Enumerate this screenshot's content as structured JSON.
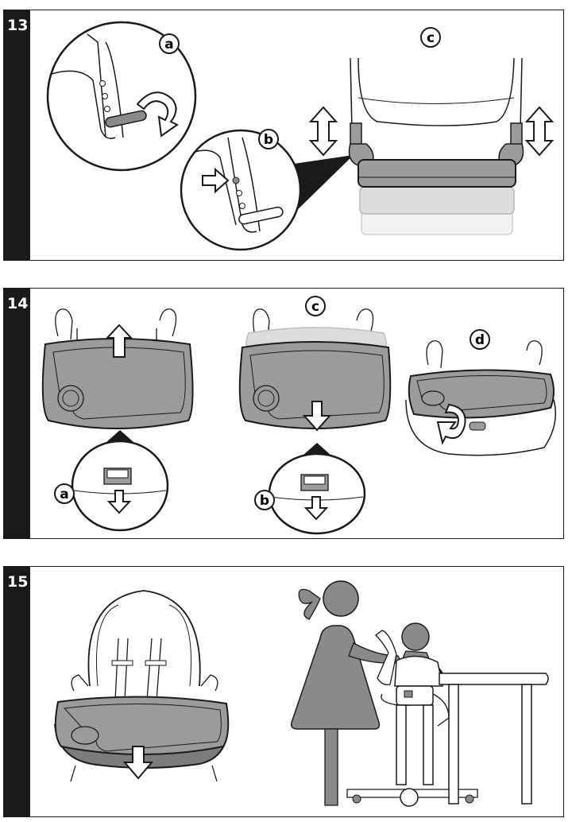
{
  "colors": {
    "outline": "#1a1a1a",
    "step_bar": "#1a1a1a",
    "tray_fill": "#9b9b9b",
    "tray_rim": "#7c7c7c",
    "figure_fill": "#8a8a8a",
    "ghost_fill": "#cfcfcf"
  },
  "steps": [
    {
      "number": "13",
      "labels": {
        "a": "a",
        "b": "b",
        "c": "c"
      }
    },
    {
      "number": "14",
      "labels": {
        "a": "a",
        "b": "b",
        "c": "c",
        "d": "d"
      }
    },
    {
      "number": "15"
    }
  ],
  "icons": [
    "rotate-arrow-icon",
    "press-arrow-icon",
    "up-down-arrow-icon",
    "up-arrow-icon",
    "down-arrow-icon"
  ]
}
